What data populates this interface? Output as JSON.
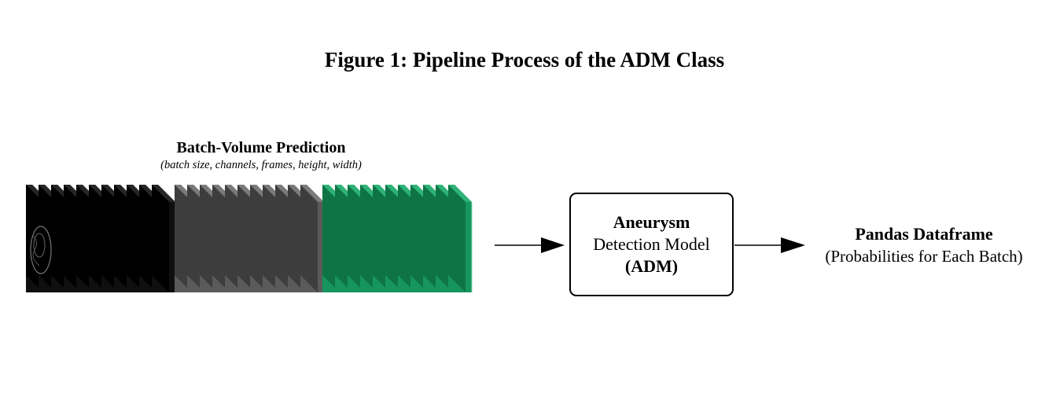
{
  "title": "Figure 1: Pipeline Process of the ADM Class",
  "input": {
    "heading": "Batch-Volume Prediction",
    "subheading": "(batch size, channels, frames, height, width)"
  },
  "model": {
    "line1": "Aneurysm",
    "line2": "Detection Model",
    "line3": "(ADM)"
  },
  "output": {
    "title": "Pandas Dataframe",
    "subtitle": "(Probabilities for Each Batch)"
  },
  "colors": {
    "batch_1": "#0f0f0f",
    "batch_2": "#5a5a5a",
    "batch_3": "#16965e",
    "arrow": "#000000"
  },
  "icons": {
    "arrow_1": "right-arrow-icon",
    "arrow_2": "right-arrow-icon"
  }
}
